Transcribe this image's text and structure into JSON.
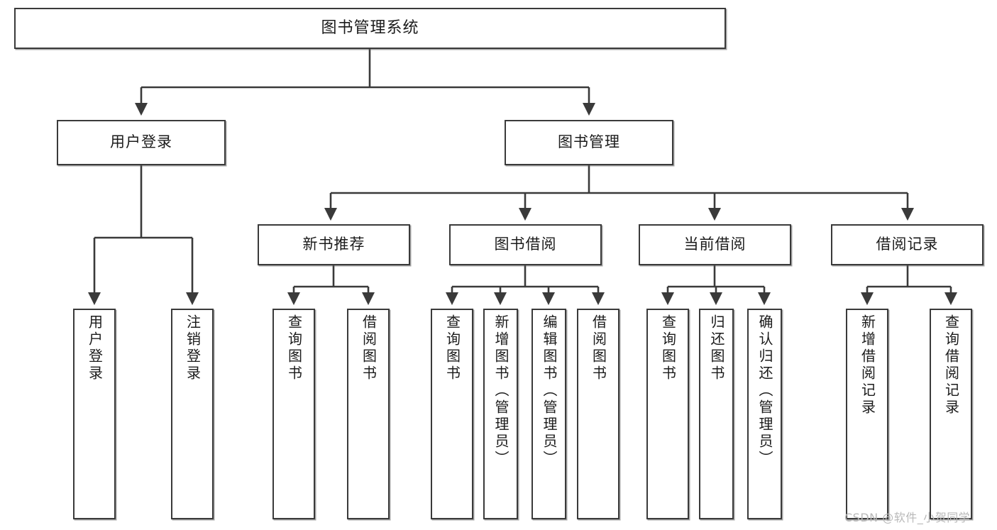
{
  "diagram": {
    "title": "图书管理系统",
    "type": "tree-hierarchy",
    "root": {
      "id": "root",
      "label": "图书管理系统"
    },
    "level2": [
      {
        "id": "user-login",
        "label": "用户登录"
      },
      {
        "id": "book-manage",
        "label": "图书管理"
      }
    ],
    "level3": [
      {
        "id": "new-book-recommend",
        "label": "新书推荐",
        "parent": "book-manage"
      },
      {
        "id": "book-borrow",
        "label": "图书借阅",
        "parent": "book-manage"
      },
      {
        "id": "current-borrow",
        "label": "当前借阅",
        "parent": "book-manage"
      },
      {
        "id": "borrow-record",
        "label": "借阅记录",
        "parent": "book-manage"
      }
    ],
    "leaves": [
      {
        "id": "leaf-user-login",
        "label": "用户登录",
        "parent": "user-login"
      },
      {
        "id": "leaf-logout-login",
        "label": "注销登录",
        "parent": "user-login"
      },
      {
        "id": "leaf-query-book-1",
        "label": "查询图书",
        "parent": "new-book-recommend"
      },
      {
        "id": "leaf-borrow-book-1",
        "label": "借阅图书",
        "parent": "new-book-recommend"
      },
      {
        "id": "leaf-query-book-2",
        "label": "查询图书",
        "parent": "book-borrow"
      },
      {
        "id": "leaf-add-book",
        "label": "新增图书（管理员）",
        "parent": "book-borrow"
      },
      {
        "id": "leaf-edit-book",
        "label": "编辑图书（管理员）",
        "parent": "book-borrow"
      },
      {
        "id": "leaf-borrow-book-2",
        "label": "借阅图书",
        "parent": "book-borrow"
      },
      {
        "id": "leaf-query-book-3",
        "label": "查询图书",
        "parent": "current-borrow"
      },
      {
        "id": "leaf-return-book",
        "label": "归还图书",
        "parent": "current-borrow"
      },
      {
        "id": "leaf-confirm-return",
        "label": "确认归还（管理员）",
        "parent": "current-borrow"
      },
      {
        "id": "leaf-add-record",
        "label": "新增借阅记录",
        "parent": "borrow-record"
      },
      {
        "id": "leaf-query-record",
        "label": "查询借阅记录",
        "parent": "borrow-record"
      }
    ]
  },
  "watermark": {
    "text": "CSDN @软件_小贺同学"
  },
  "colors": {
    "border": "#3a3a3a",
    "text": "#1b1b1b",
    "background": "#ffffff",
    "connector": "#3a3a3a",
    "watermark": "#b9b9b9"
  }
}
